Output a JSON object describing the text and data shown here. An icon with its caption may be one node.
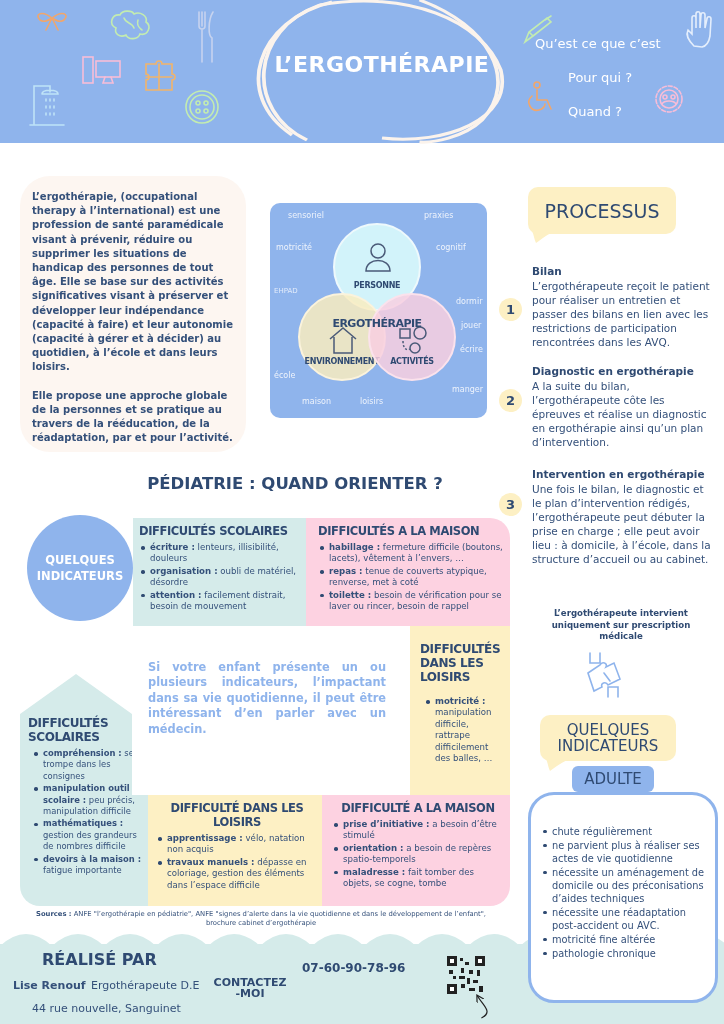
{
  "diagram": {
    "title": "L’ERGOTHÉRAPIE",
    "nodes": [
      {
        "text": [
          "L’ergothérapie, (occupational therapy à l’international) est une profession de santé paramédicale visant à prévenir, réduire ou supprimer les situations de handicap des personnes de tout âge. Elle se base sur des activités significatives visant à préserver et développer leur indépendance (capacité à faire) et leur autonomie (capacité à gérer et à décider) au quotidien, à l’école et dans leurs loisirs.",
          "Elle propose une approche globale de la personnes et se pratique au travers de la rééducation, de la réadaptation, par et pour l’activité."
        ]
      },
      {
        "text": [
          "sensoriel",
          "praxies",
          "motricité",
          "cognitif",
          "EHPAD",
          "dormir",
          "jouer",
          "écrire",
          "école",
          "manger",
          "maison",
          "loisirs"
        ]
      },
      {
        "text": [
          "PERSONNE"
        ],
        "in": 1
      },
      {
        "text": [
          "ENVIRONNEMENT"
        ],
        "in": 1
      },
      {
        "text": [
          "ACTIVITÉS"
        ],
        "in": 1
      },
      {
        "text": [
          "PROCESSUS"
        ]
      },
      {
        "text": [
          "1"
        ],
        "beside": [
          "Bilan",
          "L’ergothérapeute reçoit le patient pour réaliser un entretien et passer des bilans en lien avec les restrictions de participation rencontrées dans les AVQ."
        ]
      },
      {
        "text": [
          "2"
        ],
        "beside": [
          "Diagnostic en ergothérapie",
          "A la suite du bilan, l’ergothérapeute côte les épreuves et réalise un diagnostic en ergothérapie ainsi qu’un plan d’intervention."
        ]
      },
      {
        "text": [
          "3"
        ],
        "beside": [
          "Intervention en ergothérapie",
          "Une fois le bilan, le diagnostic et le plan d’intervention rédigés, l’ergothérapeute peut débuter la prise en charge ; elle peut avoir lieu : à domicile, à l’école, dans la structure d’accueil ou au cabinet."
        ]
      },
      {
        "text": [
          "QUELQUES INDICATEURS"
        ]
      },
      {
        "text": [
          "ADULTE"
        ]
      },
      {
        "text": [
          "chute régulièrement",
          "ne parvient plus à réaliser ses actes de vie quotidienne",
          "nécessite un aménagement de domicile ou des préconisations d’aides techniques",
          "nécessite une réadaptation post-accident ou AVC.",
          "motricité fine altérée",
          "pathologie chronique"
        ]
      },
      {
        "text": [
          "QUELQUES INDICATEURS"
        ]
      },
      {
        "text": [
          "DIFFICULTÉS SCOLAIRES",
          "**écriture :** lenteurs, illisibilité, douleurs",
          "**organisation :** oubli de matériel, désordre",
          "**attention :** facilement distrait, besoin de mouvement"
        ]
      },
      {
        "text": [
          "DIFFICULTÉS A LA MAISON",
          "**habillage :** fermeture difficile (boutons, lacets), vêtement à l’envers, …",
          "**repas :** tenue de couverts atypique, renverse, met à coté",
          "**toilette :** besoin de vérification pour se laver ou rincer, besoin de rappel"
        ]
      },
      {
        "text": [
          "DIFFICULTÉS DANS LES LOISIRS",
          "**motricité :** manipulation difficile, rattrape difficilement des balles, …"
        ]
      },
      {
        "text": [
          "DIFFICULTÉS SCOLAIRES",
          "**compréhension :** se trompe dans les consignes",
          "**manipulation outil scolaire :** peu précis, manipulation difficile",
          "**mathématiques :** gestion des grandeurs de nombres difficile",
          "**devoirs à la maison :** fatigue importante"
        ]
      },
      {
        "text": [
          "DIFFICULTÉ DANS LES LOISIRS",
          "**apprentissage :** vélo, natation non acquis",
          "**travaux manuels :** dépasse en coloriage, gestion des éléments dans l’espace difficile"
        ]
      },
      {
        "text": [
          "DIFFICULTÉ A LA MAISON",
          "**prise d’initiative :** a besoin d’être stimulé",
          "**orientation :** a besoin de repères spatio-temporels",
          "**maladresse :** fait tomber des objets, se cogne, tombe"
        ]
      },
      {
        "text": [
          "RÉALISÉ PAR",
          "Lise Renouf",
          "Ergothérapeute D.E",
          "44 rue nouvelle, Sanguinet",
          "CONTACTEZ -MOI",
          "07-60-90-78-96"
        ]
      },
      {
        "text": [],
        "shape": "picture",
        "in": 19
      },
      {
        "text": [
          "ERGOTHÉRAPIE"
        ],
        "in": 1
      }
    ],
    "edges": [
      {
        "from": null,
        "to": 20,
        "arrow": "to"
      }
    ],
    "labels": [
      "Qu’est ce que c’est",
      "Pour qui ?",
      "Quand ?",
      "L’ergothérapeute intervient uniquement sur prescription médicale",
      "PÉDIATRIE : QUAND ORIENTER ?",
      "Si votre enfant présente un ou plusieurs indicateurs, l’impactant dans sa vie quotidienne, il peut être intéressant d’en parler avec un médecin.",
      "**Sources :** ANFE \"l’ergothérapie en pédiatrie\", ANFE \"signes d’alerte dans la vie quotidienne et dans le développement de l’enfant\", brochure cabinet d’ergothérapie"
    ]
  }
}
